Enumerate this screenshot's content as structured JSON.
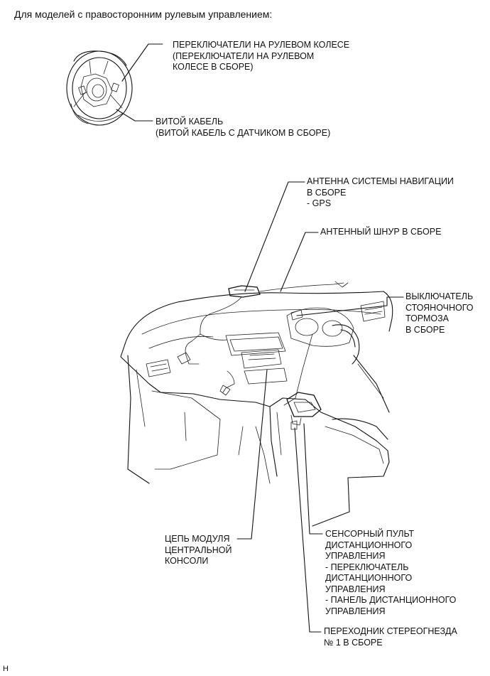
{
  "heading": "Для моделей с правосторонним рулевым управлением:",
  "labels": {
    "steering_switches": [
      "ПЕРЕКЛЮЧАТЕЛИ НА РУЛЕВОМ КОЛЕСЕ",
      "(ПЕРЕКЛЮЧАТЕЛИ НА РУЛЕВОМ",
      "КОЛЕСЕ В СБОРЕ)"
    ],
    "spiral_cable": [
      "ВИТОЙ КАБЕЛЬ",
      "(ВИТОЙ КАБЕЛЬ С ДАТЧИКОМ В СБОРЕ)"
    ],
    "nav_antenna": [
      "АНТЕННА СИСТЕМЫ НАВИГАЦИИ",
      "В СБОРЕ",
      "- GPS"
    ],
    "antenna_cord": [
      "АНТЕННЫЙ ШНУР В СБОРЕ"
    ],
    "parking_brake_switch": [
      "ВЫКЛЮЧАТЕЛЬ",
      "СТОЯНОЧНОГО",
      "ТОРМОЗА",
      "В СБОРЕ"
    ],
    "console_module": [
      "ЦЕПЬ МОДУЛЯ",
      "ЦЕНТРАЛЬНОЙ",
      "КОНСОЛИ"
    ],
    "remote_touch": [
      "СЕНСОРНЫЙ ПУЛЬТ",
      "ДИСТАНЦИОННОГО",
      "УПРАВЛЕНИЯ",
      "- ПЕРЕКЛЮЧАТЕЛЬ",
      "ДИСТАНЦИОННОГО",
      "УПРАВЛЕНИЯ",
      "- ПАНЕЛЬ ДИСТАНЦИОННОГО",
      "УПРАВЛЕНИЯ"
    ],
    "stereo_jack": [
      "ПЕРЕХОДНИК СТЕРЕОГНЕЗДА",
      "№ 1 В СБОРЕ"
    ]
  },
  "footer": "H"
}
